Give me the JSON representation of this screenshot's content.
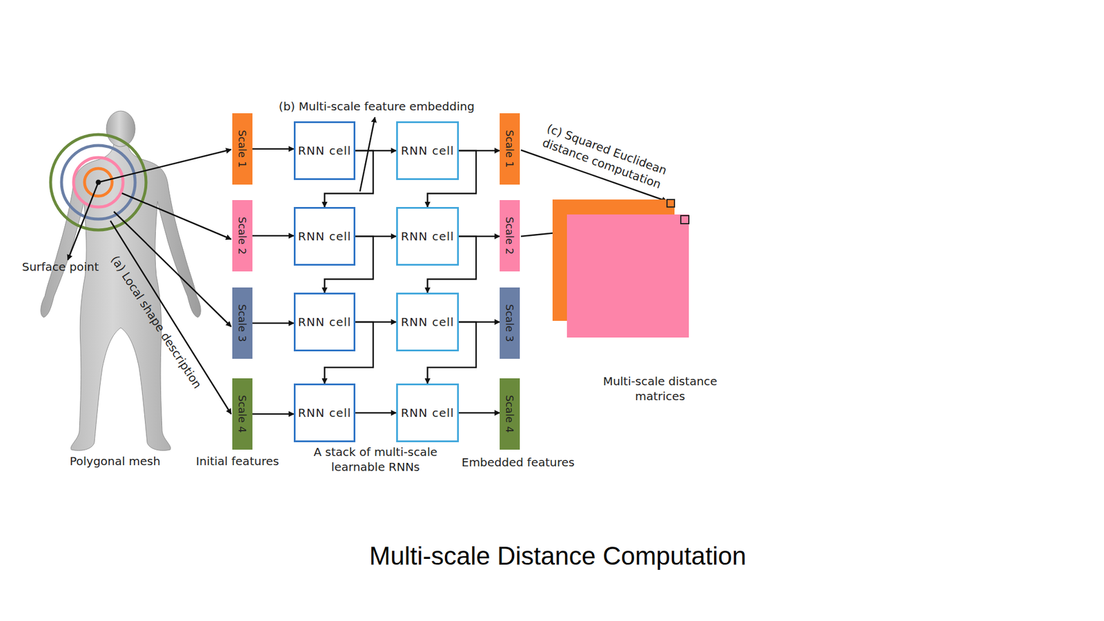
{
  "diagram": {
    "caption": "Multi-scale Distance Computation",
    "nodes": [
      {
        "text": [
          "Scale 1"
        ]
      },
      {
        "text": [
          "Scale 2"
        ]
      },
      {
        "text": [
          "Scale 3"
        ]
      },
      {
        "text": [
          "Scale 4"
        ]
      },
      {
        "text": [
          "RNN cell"
        ]
      },
      {
        "text": [
          "RNN cell"
        ]
      },
      {
        "text": [
          "RNN cell"
        ]
      },
      {
        "text": [
          "RNN cell"
        ]
      },
      {
        "text": [
          "RNN cell"
        ]
      },
      {
        "text": [
          "RNN cell"
        ]
      },
      {
        "text": [
          "RNN cell"
        ]
      },
      {
        "text": [
          "RNN cell"
        ]
      },
      {
        "text": [
          "Scale 1"
        ]
      },
      {
        "text": [
          "Scale 2"
        ]
      },
      {
        "text": [
          "Scale 3"
        ]
      },
      {
        "text": [
          "Scale 4"
        ]
      }
    ],
    "edges": [
      {
        "from": 0,
        "to": 4,
        "arrow": "to"
      },
      {
        "from": 1,
        "to": 5,
        "arrow": "to"
      },
      {
        "from": 2,
        "to": 6,
        "arrow": "to"
      },
      {
        "from": 3,
        "to": 7,
        "arrow": "to"
      },
      {
        "from": 4,
        "to": 8,
        "arrow": "to"
      },
      {
        "from": 5,
        "to": 9,
        "arrow": "to"
      },
      {
        "from": 6,
        "to": 10,
        "arrow": "to"
      },
      {
        "from": 7,
        "to": 11,
        "arrow": "to"
      },
      {
        "from": 8,
        "to": 12,
        "arrow": "to"
      },
      {
        "from": 9,
        "to": 13,
        "arrow": "to"
      },
      {
        "from": 10,
        "to": 14,
        "arrow": "to"
      },
      {
        "from": 11,
        "to": 15,
        "arrow": "to"
      },
      {
        "from": 4,
        "to": 5,
        "arrow": "to"
      },
      {
        "from": 5,
        "to": 6,
        "arrow": "to"
      },
      {
        "from": 6,
        "to": 7,
        "arrow": "to"
      },
      {
        "from": 8,
        "to": 9,
        "arrow": "to"
      },
      {
        "from": 9,
        "to": 10,
        "arrow": "to"
      },
      {
        "from": 10,
        "to": 11,
        "arrow": "to"
      }
    ],
    "labels": [
      "(b) Multi-scale feature embedding",
      "(c) Squared Euclidean distance computation",
      "Surface point",
      "(a) Local shape description",
      "Polygonal mesh",
      "Initial features",
      "A stack of multi-scale learnable RNNs",
      "Embedded features",
      "Multi-scale distance matrices"
    ]
  }
}
